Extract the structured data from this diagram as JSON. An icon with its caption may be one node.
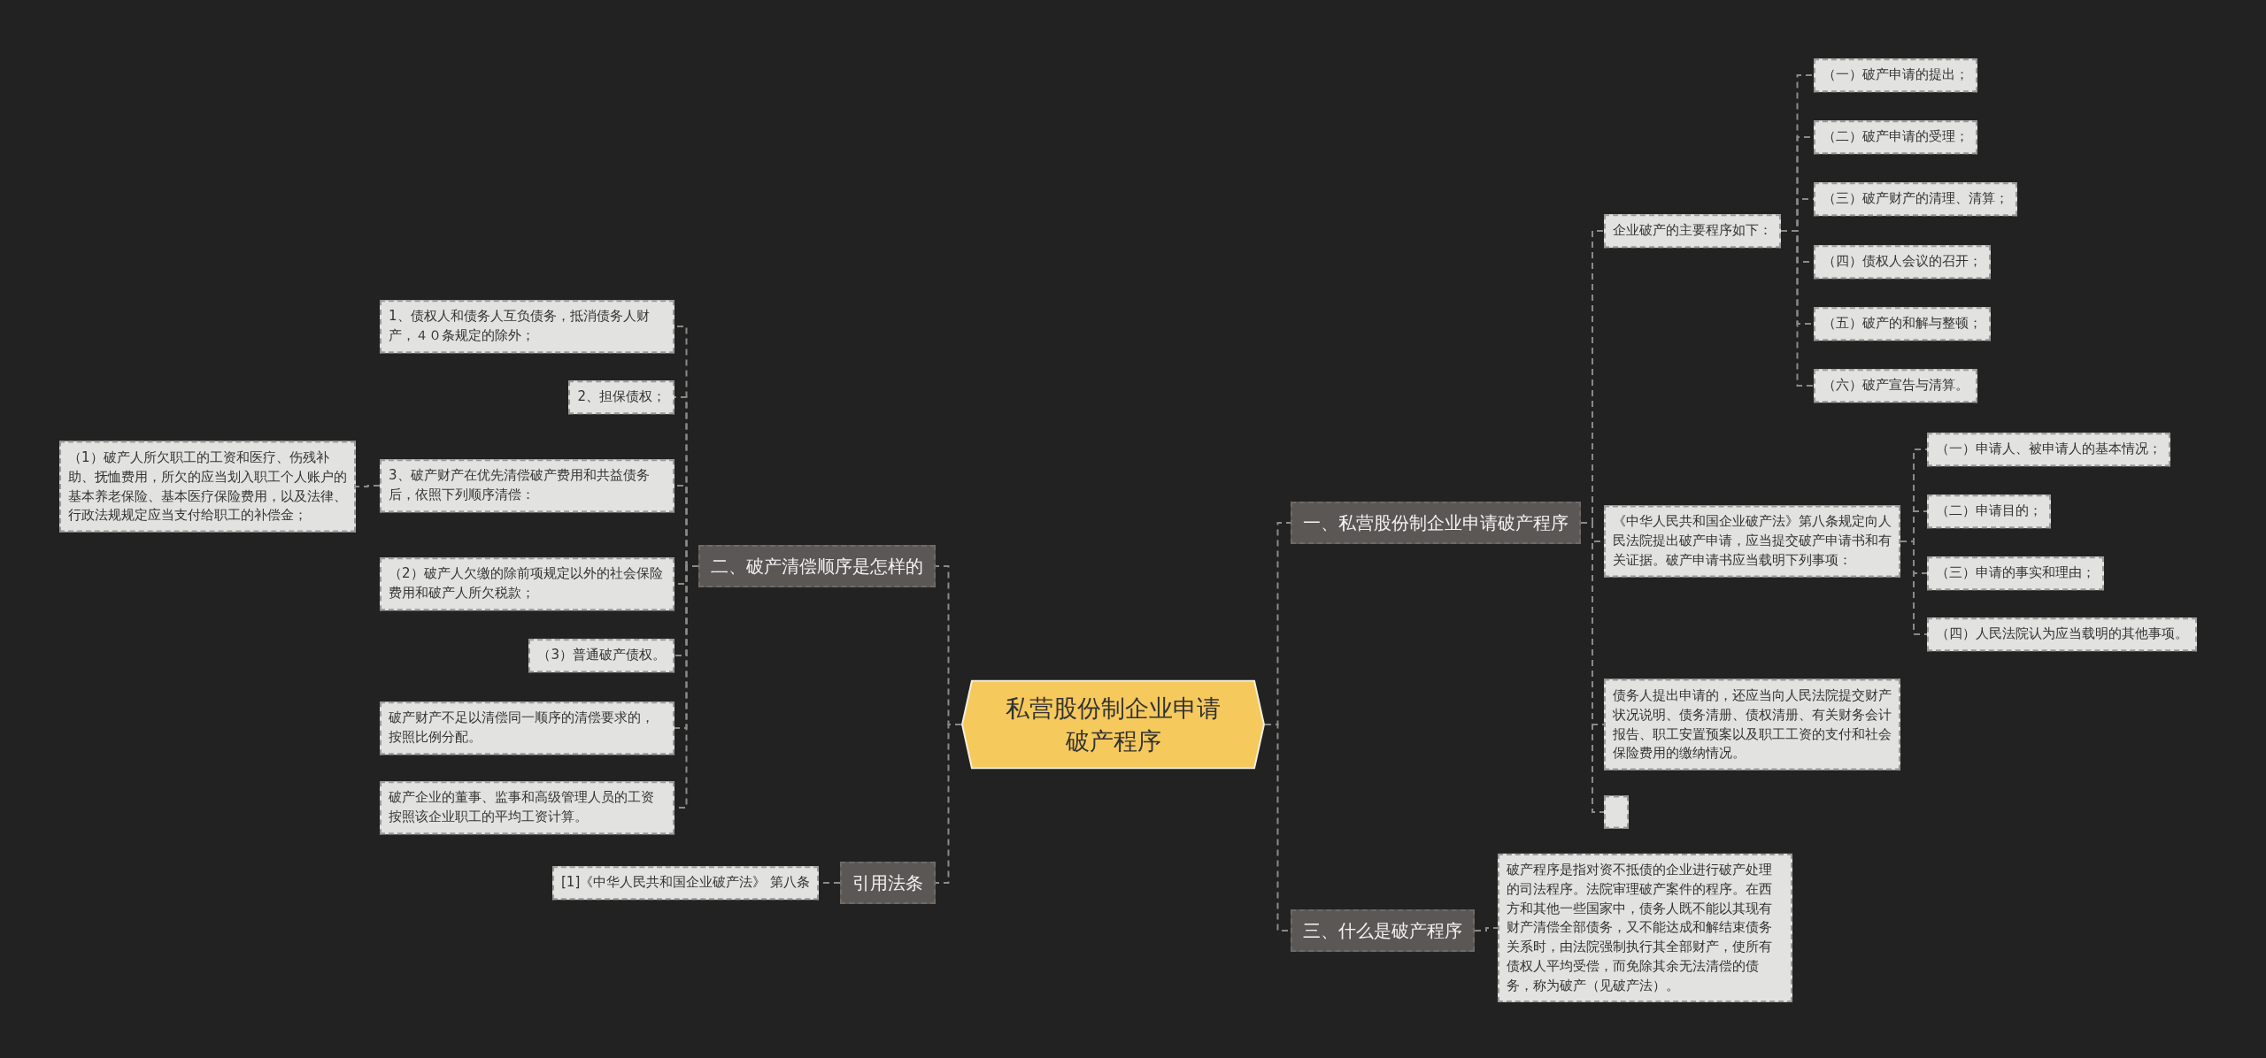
{
  "diagram": {
    "nodes": [
      {
        "text": [
          "私营股份制企业申请破产程序"
        ]
      },
      {
        "text": [
          "一、私营股份制企业申请破产程序"
        ]
      },
      {
        "text": [
          "企业破产的主要程序如下："
        ]
      },
      {
        "text": [
          "（一）破产申请的提出；"
        ]
      },
      {
        "text": [
          "（二）破产申请的受理；"
        ]
      },
      {
        "text": [
          "（三）破产财产的清理、清算；"
        ]
      },
      {
        "text": [
          "（四）债权人会议的召开；"
        ]
      },
      {
        "text": [
          "（五）破产的和解与整顿；"
        ]
      },
      {
        "text": [
          "（六）破产宣告与清算。"
        ]
      },
      {
        "text": [
          "《中华人民共和国企业破产法》第八条规定向人民法院提出破产申请，应当提交破产申请书和有关证据。破产申请书应当载明下列事项："
        ]
      },
      {
        "text": [
          "（一）申请人、被申请人的基本情况；"
        ]
      },
      {
        "text": [
          "（二）申请目的；"
        ]
      },
      {
        "text": [
          "（三）申请的事实和理由；"
        ]
      },
      {
        "text": [
          "（四）人民法院认为应当载明的其他事项。"
        ]
      },
      {
        "text": [
          "债务人提出申请的，还应当向人民法院提交财产状况说明、债务清册、债权清册、有关财务会计报告、职工安置预案以及职工工资的支付和社会保险费用的缴纳情况。"
        ]
      },
      {
        "text": [],
        "shape": "box"
      },
      {
        "text": [
          "三、什么是破产程序"
        ]
      },
      {
        "text": [
          "破产程序是指对资不抵债的企业进行破产处理的司法程序。法院审理破产案件的程序。在西方和其他一些国家中，债务人既不能以其现有财产清偿全部债务，又不能达成和解结束债务关系时，由法院强制执行其全部财产，使所有债权人平均受偿，而免除其余无法清偿的债务，称为破产（见破产法）。"
        ]
      },
      {
        "text": [
          "二、破产清偿顺序是怎样的"
        ]
      },
      {
        "text": [
          "1、债权人和债务人互负债务，抵消债务人财产，４０条规定的除外；"
        ]
      },
      {
        "text": [
          "2、担保债权；"
        ]
      },
      {
        "text": [
          "3、破产财产在优先清偿破产费用和共益债务后，依照下列顺序清偿："
        ]
      },
      {
        "text": [
          "（1）破产人所欠职工的工资和医疗、伤残补助、抚恤费用，所欠的应当划入职工个人账户的基本养老保险、基本医疗保险费用，以及法律、行政法规规定应当支付给职工的补偿金；"
        ]
      },
      {
        "text": [
          "（2）破产人欠缴的除前项规定以外的社会保险费用和破产人所欠税款；"
        ]
      },
      {
        "text": [
          "（3）普通破产债权。"
        ]
      },
      {
        "text": [
          "破产财产不足以清偿同一顺序的清偿要求的，按照比例分配。"
        ]
      },
      {
        "text": [
          "破产企业的董事、监事和高级管理人员的工资按照该企业职工的平均工资计算。"
        ]
      },
      {
        "text": [
          "引用法条"
        ]
      },
      {
        "text": [
          "[1]《中华人民共和国企业破产法》 第八条"
        ]
      }
    ],
    "edges": [
      {
        "from": 0,
        "to": 1,
        "arrow": "none"
      },
      {
        "from": 0,
        "to": 16,
        "arrow": "none"
      },
      {
        "from": 0,
        "to": 18,
        "arrow": "none"
      },
      {
        "from": 0,
        "to": 27,
        "arrow": "none"
      },
      {
        "from": 1,
        "to": 2,
        "arrow": "none"
      },
      {
        "from": 1,
        "to": 9,
        "arrow": "none"
      },
      {
        "from": 1,
        "to": 14,
        "arrow": "none"
      },
      {
        "from": 1,
        "to": 15,
        "arrow": "none"
      },
      {
        "from": 2,
        "to": 3,
        "arrow": "none"
      },
      {
        "from": 2,
        "to": 4,
        "arrow": "none"
      },
      {
        "from": 2,
        "to": 5,
        "arrow": "none"
      },
      {
        "from": 2,
        "to": 6,
        "arrow": "none"
      },
      {
        "from": 2,
        "to": 7,
        "arrow": "none"
      },
      {
        "from": 2,
        "to": 8,
        "arrow": "none"
      },
      {
        "from": 9,
        "to": 10,
        "arrow": "none"
      },
      {
        "from": 9,
        "to": 11,
        "arrow": "none"
      },
      {
        "from": 9,
        "to": 12,
        "arrow": "none"
      },
      {
        "from": 9,
        "to": 13,
        "arrow": "none"
      },
      {
        "from": 16,
        "to": 17,
        "arrow": "none"
      },
      {
        "from": 18,
        "to": 19,
        "arrow": "none"
      },
      {
        "from": 18,
        "to": 20,
        "arrow": "none"
      },
      {
        "from": 18,
        "to": 21,
        "arrow": "none"
      },
      {
        "from": 18,
        "to": 23,
        "arrow": "none"
      },
      {
        "from": 18,
        "to": 24,
        "arrow": "none"
      },
      {
        "from": 18,
        "to": 25,
        "arrow": "none"
      },
      {
        "from": 18,
        "to": 26,
        "arrow": "none"
      },
      {
        "from": 21,
        "to": 22,
        "arrow": "none"
      },
      {
        "from": 27,
        "to": 28,
        "arrow": "none"
      }
    ]
  }
}
